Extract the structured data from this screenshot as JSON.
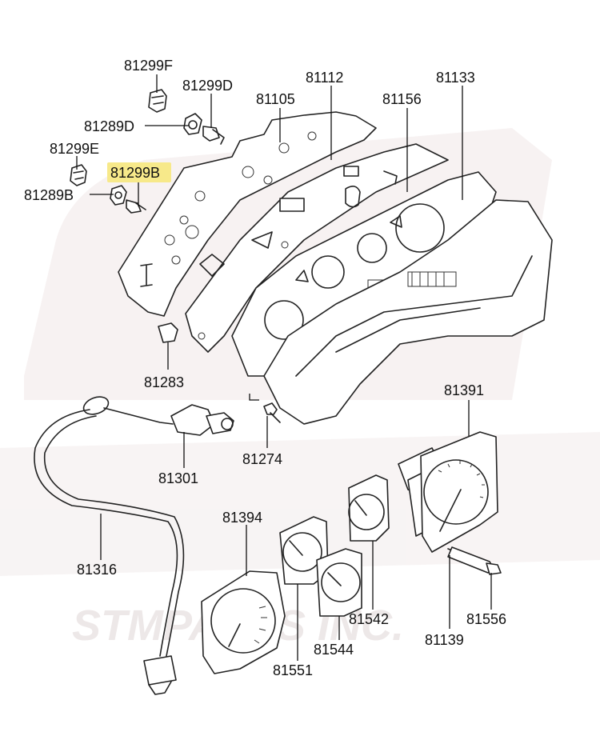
{
  "colors": {
    "highlight": "#f7e98a",
    "watermark": "#f3eeee"
  },
  "watermark": {
    "text": "STMPARTS INC."
  },
  "callouts": {
    "p81299f": "81299F",
    "p81299d": "81299D",
    "p81289d": "81289D",
    "p81299e": "81299E",
    "p81299b": "81299B",
    "p81289b": "81289B",
    "p81105": "81105",
    "p81112": "81112",
    "p81156": "81156",
    "p81133": "81133",
    "p81283": "81283",
    "p81391": "81391",
    "p81274": "81274",
    "p81301": "81301",
    "p81394": "81394",
    "p81316": "81316",
    "p81542": "81542",
    "p81556": "81556",
    "p81544": "81544",
    "p81139": "81139",
    "p81551": "81551"
  },
  "highlighted_callout": "81299B"
}
